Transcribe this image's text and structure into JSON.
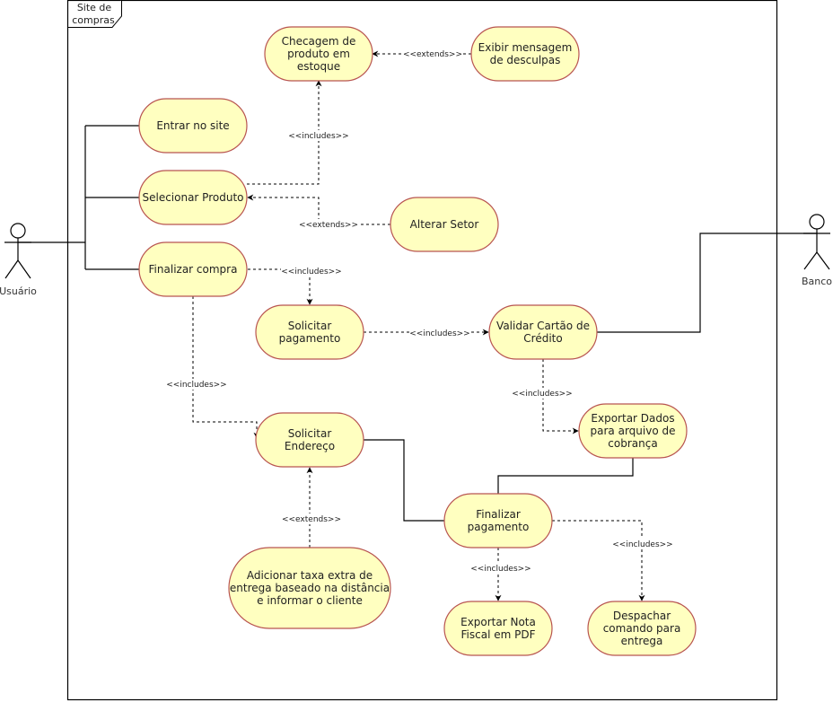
{
  "system": {
    "title_line1": "Site de",
    "title_line2": "compras"
  },
  "actors": [
    {
      "id": "usuario",
      "label": "Usuário"
    },
    {
      "id": "banco",
      "label": "Banco"
    }
  ],
  "use_cases": [
    {
      "id": "checagem",
      "lines": [
        "Checagem de",
        "produto em",
        "estoque"
      ]
    },
    {
      "id": "exibir",
      "lines": [
        "Exibir mensagem",
        "de desculpas"
      ]
    },
    {
      "id": "entrar",
      "lines": [
        "Entrar no site"
      ]
    },
    {
      "id": "selecionar",
      "lines": [
        "Selecionar Produto"
      ]
    },
    {
      "id": "alterar",
      "lines": [
        "Alterar Setor"
      ]
    },
    {
      "id": "finalizar_compra",
      "lines": [
        "Finalizar compra"
      ]
    },
    {
      "id": "solicitar_pagamento",
      "lines": [
        "Solicitar",
        "pagamento"
      ]
    },
    {
      "id": "validar",
      "lines": [
        "Validar Cartão de",
        "Crédito"
      ]
    },
    {
      "id": "solicitar_endereco",
      "lines": [
        "Solicitar",
        "Endereço"
      ]
    },
    {
      "id": "exportar_dados",
      "lines": [
        "Exportar Dados",
        "para arquivo de",
        "cobrança"
      ]
    },
    {
      "id": "finalizar_pagamento",
      "lines": [
        "Finalizar",
        "pagamento"
      ]
    },
    {
      "id": "adicionar_taxa",
      "lines": [
        "Adicionar taxa extra de",
        "entrega baseado na distância",
        "e informar o cliente"
      ]
    },
    {
      "id": "exportar_nota",
      "lines": [
        "Exportar Nota",
        "Fiscal em PDF"
      ]
    },
    {
      "id": "despachar",
      "lines": [
        "Despachar",
        "comando para",
        "entrega"
      ]
    }
  ],
  "relations": [
    {
      "id": "exibir-extends-checagem",
      "label": "<<extends>>"
    },
    {
      "id": "selecionar-includes-checagem",
      "label": "<<includes>>"
    },
    {
      "id": "alterar-extends-selecionar",
      "label": "<<extends>>"
    },
    {
      "id": "finalizar-includes-solicitar-pagamento",
      "label": "<<includes>>"
    },
    {
      "id": "solicitar-includes-validar",
      "label": "<<includes>>"
    },
    {
      "id": "finalizar-includes-solicitar-endereco",
      "label": "<<includes>>"
    },
    {
      "id": "validar-includes-exportar-dados",
      "label": "<<includes>>"
    },
    {
      "id": "adicionar-extends-solicitar-endereco",
      "label": "<<extends>>"
    },
    {
      "id": "finalizar-pag-includes-nota",
      "label": "<<includes>>"
    },
    {
      "id": "finalizar-pag-includes-despachar",
      "label": "<<includes>>"
    }
  ]
}
